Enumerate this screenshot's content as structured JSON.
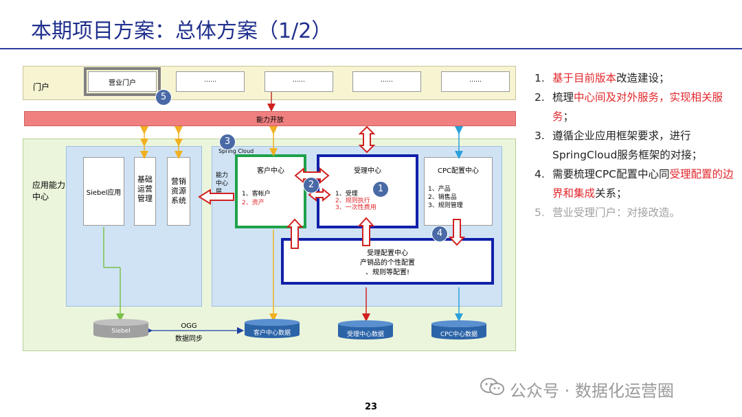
{
  "slide": {
    "title": "本期项目方案：总体方案（1/2）",
    "page_number": "23",
    "watermark": "公众号 · 数据化运营圈"
  },
  "diagram": {
    "portal_layer": "门户",
    "business_portal": "营业门户",
    "ellipsis": "……",
    "capability_open": "能力开放",
    "app_center": "应用能力中心",
    "siebel_app": "Siebel应用",
    "basic_ops": "基础运营管理",
    "marketing_resources": "营销资源系统",
    "spring_cloud": "Spring Cloud",
    "capability_center_layer": "能力中心层",
    "customer_center": {
      "title": "客户中心",
      "items": [
        "1、客帐户",
        "2、资产"
      ]
    },
    "acceptance_center": {
      "title": "受理中心",
      "items": [
        "1、受理",
        "2、规则执行",
        "3、一次性费用"
      ]
    },
    "cpc_center": {
      "title": "CPC配置中心",
      "items": [
        "1、产品",
        "2、销售品",
        "3、规则管理"
      ]
    },
    "acceptance_config": {
      "lines": [
        "受理配置中心",
        "产销品的个性配置",
        "、规则等配置!"
      ]
    },
    "databases": {
      "siebel": "Siebel",
      "customer": "客户中心数据",
      "acceptance": "受理中心数据",
      "cpc": "CPC中心数据"
    },
    "ogg": "OGG",
    "data_sync": "数据同步",
    "badges": [
      "1",
      "2",
      "3",
      "4",
      "5"
    ]
  },
  "notes": [
    {
      "num": "1.",
      "parts": [
        {
          "t": "基于目前版本",
          "c": "red"
        },
        {
          "t": "改造建设；",
          "c": "black"
        }
      ]
    },
    {
      "num": "2.",
      "parts": [
        {
          "t": "梳理",
          "c": "black"
        },
        {
          "t": "中心间及对外服务，实现相关服务",
          "c": "red"
        },
        {
          "t": "；",
          "c": "black"
        }
      ]
    },
    {
      "num": "3.",
      "parts": [
        {
          "t": "遵循企业应用框架要求，进行SpringCloud服务框架的对接；",
          "c": "black"
        }
      ]
    },
    {
      "num": "4.",
      "parts": [
        {
          "t": "需要梳理CPC配置中心同",
          "c": "black"
        },
        {
          "t": "受理配置的边界和集成",
          "c": "red"
        },
        {
          "t": "关系；",
          "c": "black"
        }
      ]
    },
    {
      "num": "5.",
      "parts": [
        {
          "t": "营业受理门户：对接改造。",
          "c": "gray"
        }
      ]
    }
  ],
  "colors": {
    "title": "#1f2f8c",
    "accent_red": "#e0262b",
    "note_gray": "#a0a0a0",
    "portal_bg": "#f7f4d2",
    "capability_bar": "#f08080",
    "app_bg": "#ebf5dc",
    "panel_blue": "#cfe3f5",
    "badge": "#4a6aa6"
  }
}
